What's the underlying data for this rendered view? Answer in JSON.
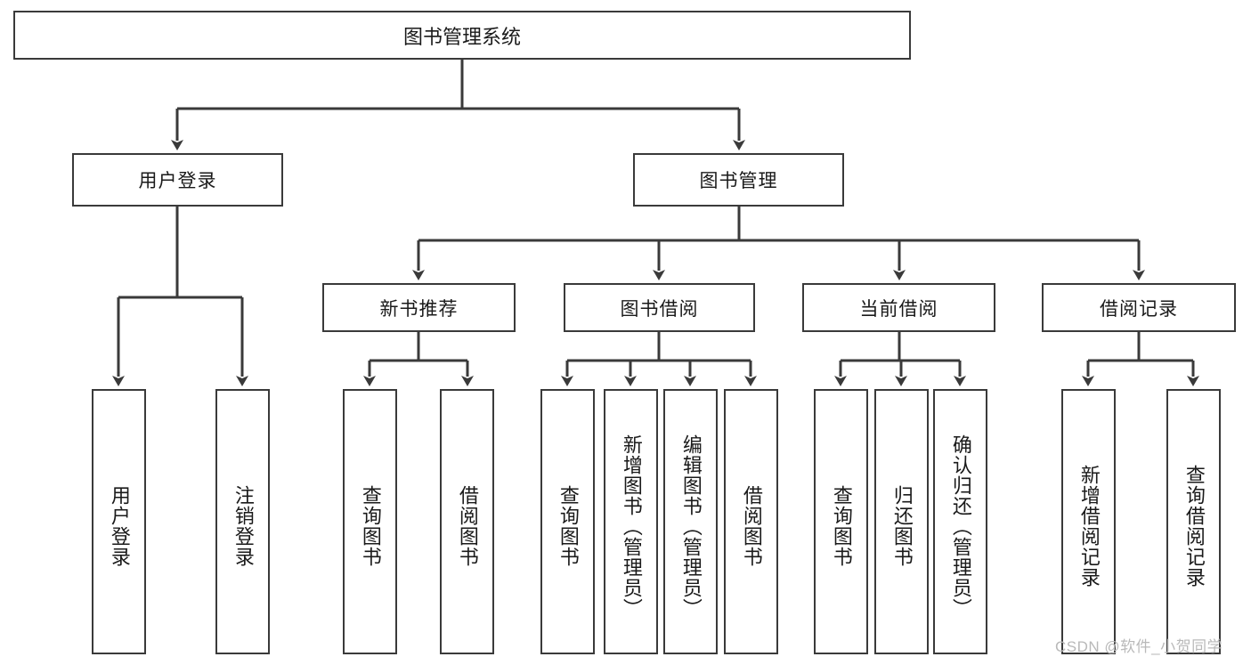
{
  "diagram": {
    "type": "tree",
    "title": "图书管理系统",
    "watermark": "CSDN @软件_小贺同学",
    "colors": {
      "stroke": "#3a3a3a",
      "text": "#1a1a1a",
      "background": "#ffffff",
      "watermark": "#b9b9b9"
    },
    "levels": {
      "root": {
        "label": "图书管理系统"
      },
      "level2": [
        {
          "label": "用户登录"
        },
        {
          "label": "图书管理"
        }
      ],
      "level3": [
        {
          "label": "新书推荐"
        },
        {
          "label": "图书借阅"
        },
        {
          "label": "当前借阅"
        },
        {
          "label": "借阅记录"
        }
      ],
      "leaves": {
        "user_login": [
          {
            "label": "用户登录"
          },
          {
            "label": "注销登录"
          }
        ],
        "new_book_recommend": [
          {
            "label": "查询图书"
          },
          {
            "label": "借阅图书"
          }
        ],
        "book_borrow": [
          {
            "label": "查询图书"
          },
          {
            "label": "新增图书（管理员）"
          },
          {
            "label": "编辑图书（管理员）"
          },
          {
            "label": "借阅图书"
          }
        ],
        "current_borrow": [
          {
            "label": "查询图书"
          },
          {
            "label": "归还图书"
          },
          {
            "label": "确认归还（管理员）"
          }
        ],
        "borrow_record": [
          {
            "label": "新增借阅记录"
          },
          {
            "label": "查询借阅记录"
          }
        ]
      }
    }
  }
}
